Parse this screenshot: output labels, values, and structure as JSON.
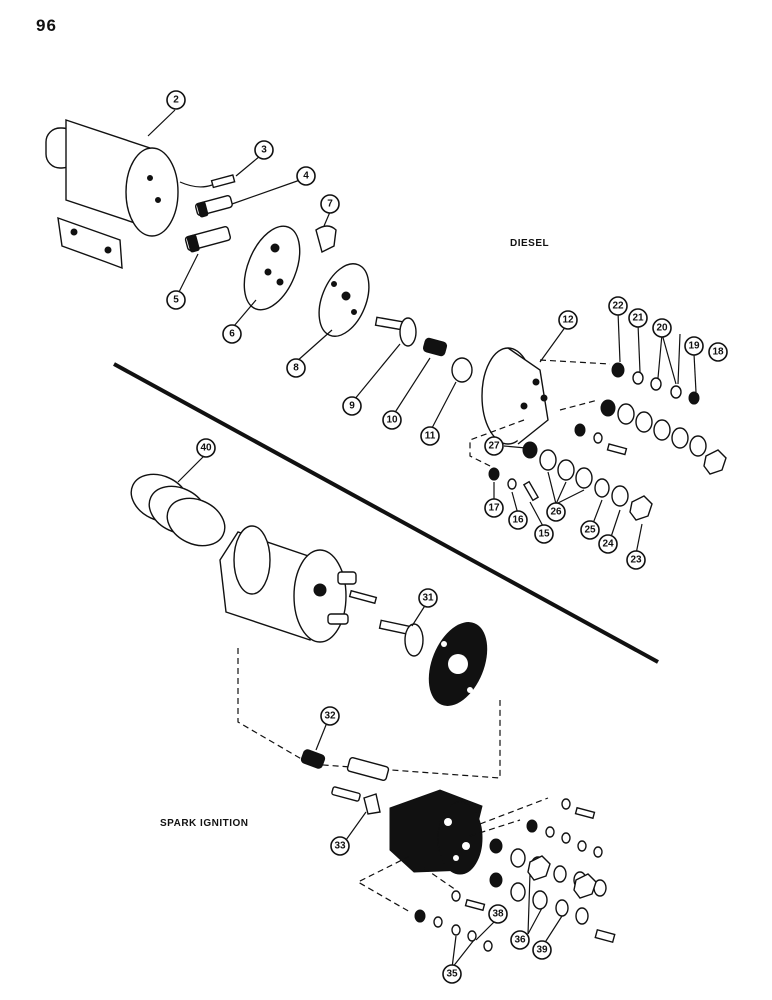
{
  "page_number": "96",
  "sections": {
    "diesel": "DIESEL",
    "spark": "SPARK IGNITION"
  },
  "callouts": {
    "c2": "2",
    "c3": "3",
    "c4": "4",
    "c5": "5",
    "c6": "6",
    "c7": "7",
    "c8": "8",
    "c9": "9",
    "c10": "10",
    "c11": "11",
    "c12": "12",
    "c15": "15",
    "c16": "16",
    "c17": "17",
    "c18": "18",
    "c19": "19",
    "c20": "20",
    "c21": "21",
    "c22": "22",
    "c23": "23",
    "c24": "24",
    "c25": "25",
    "c26": "26",
    "c27": "27",
    "c31": "31",
    "c32": "32",
    "c33": "33",
    "c35": "35",
    "c36": "36",
    "c38": "38",
    "c39": "39",
    "c40": "40"
  }
}
